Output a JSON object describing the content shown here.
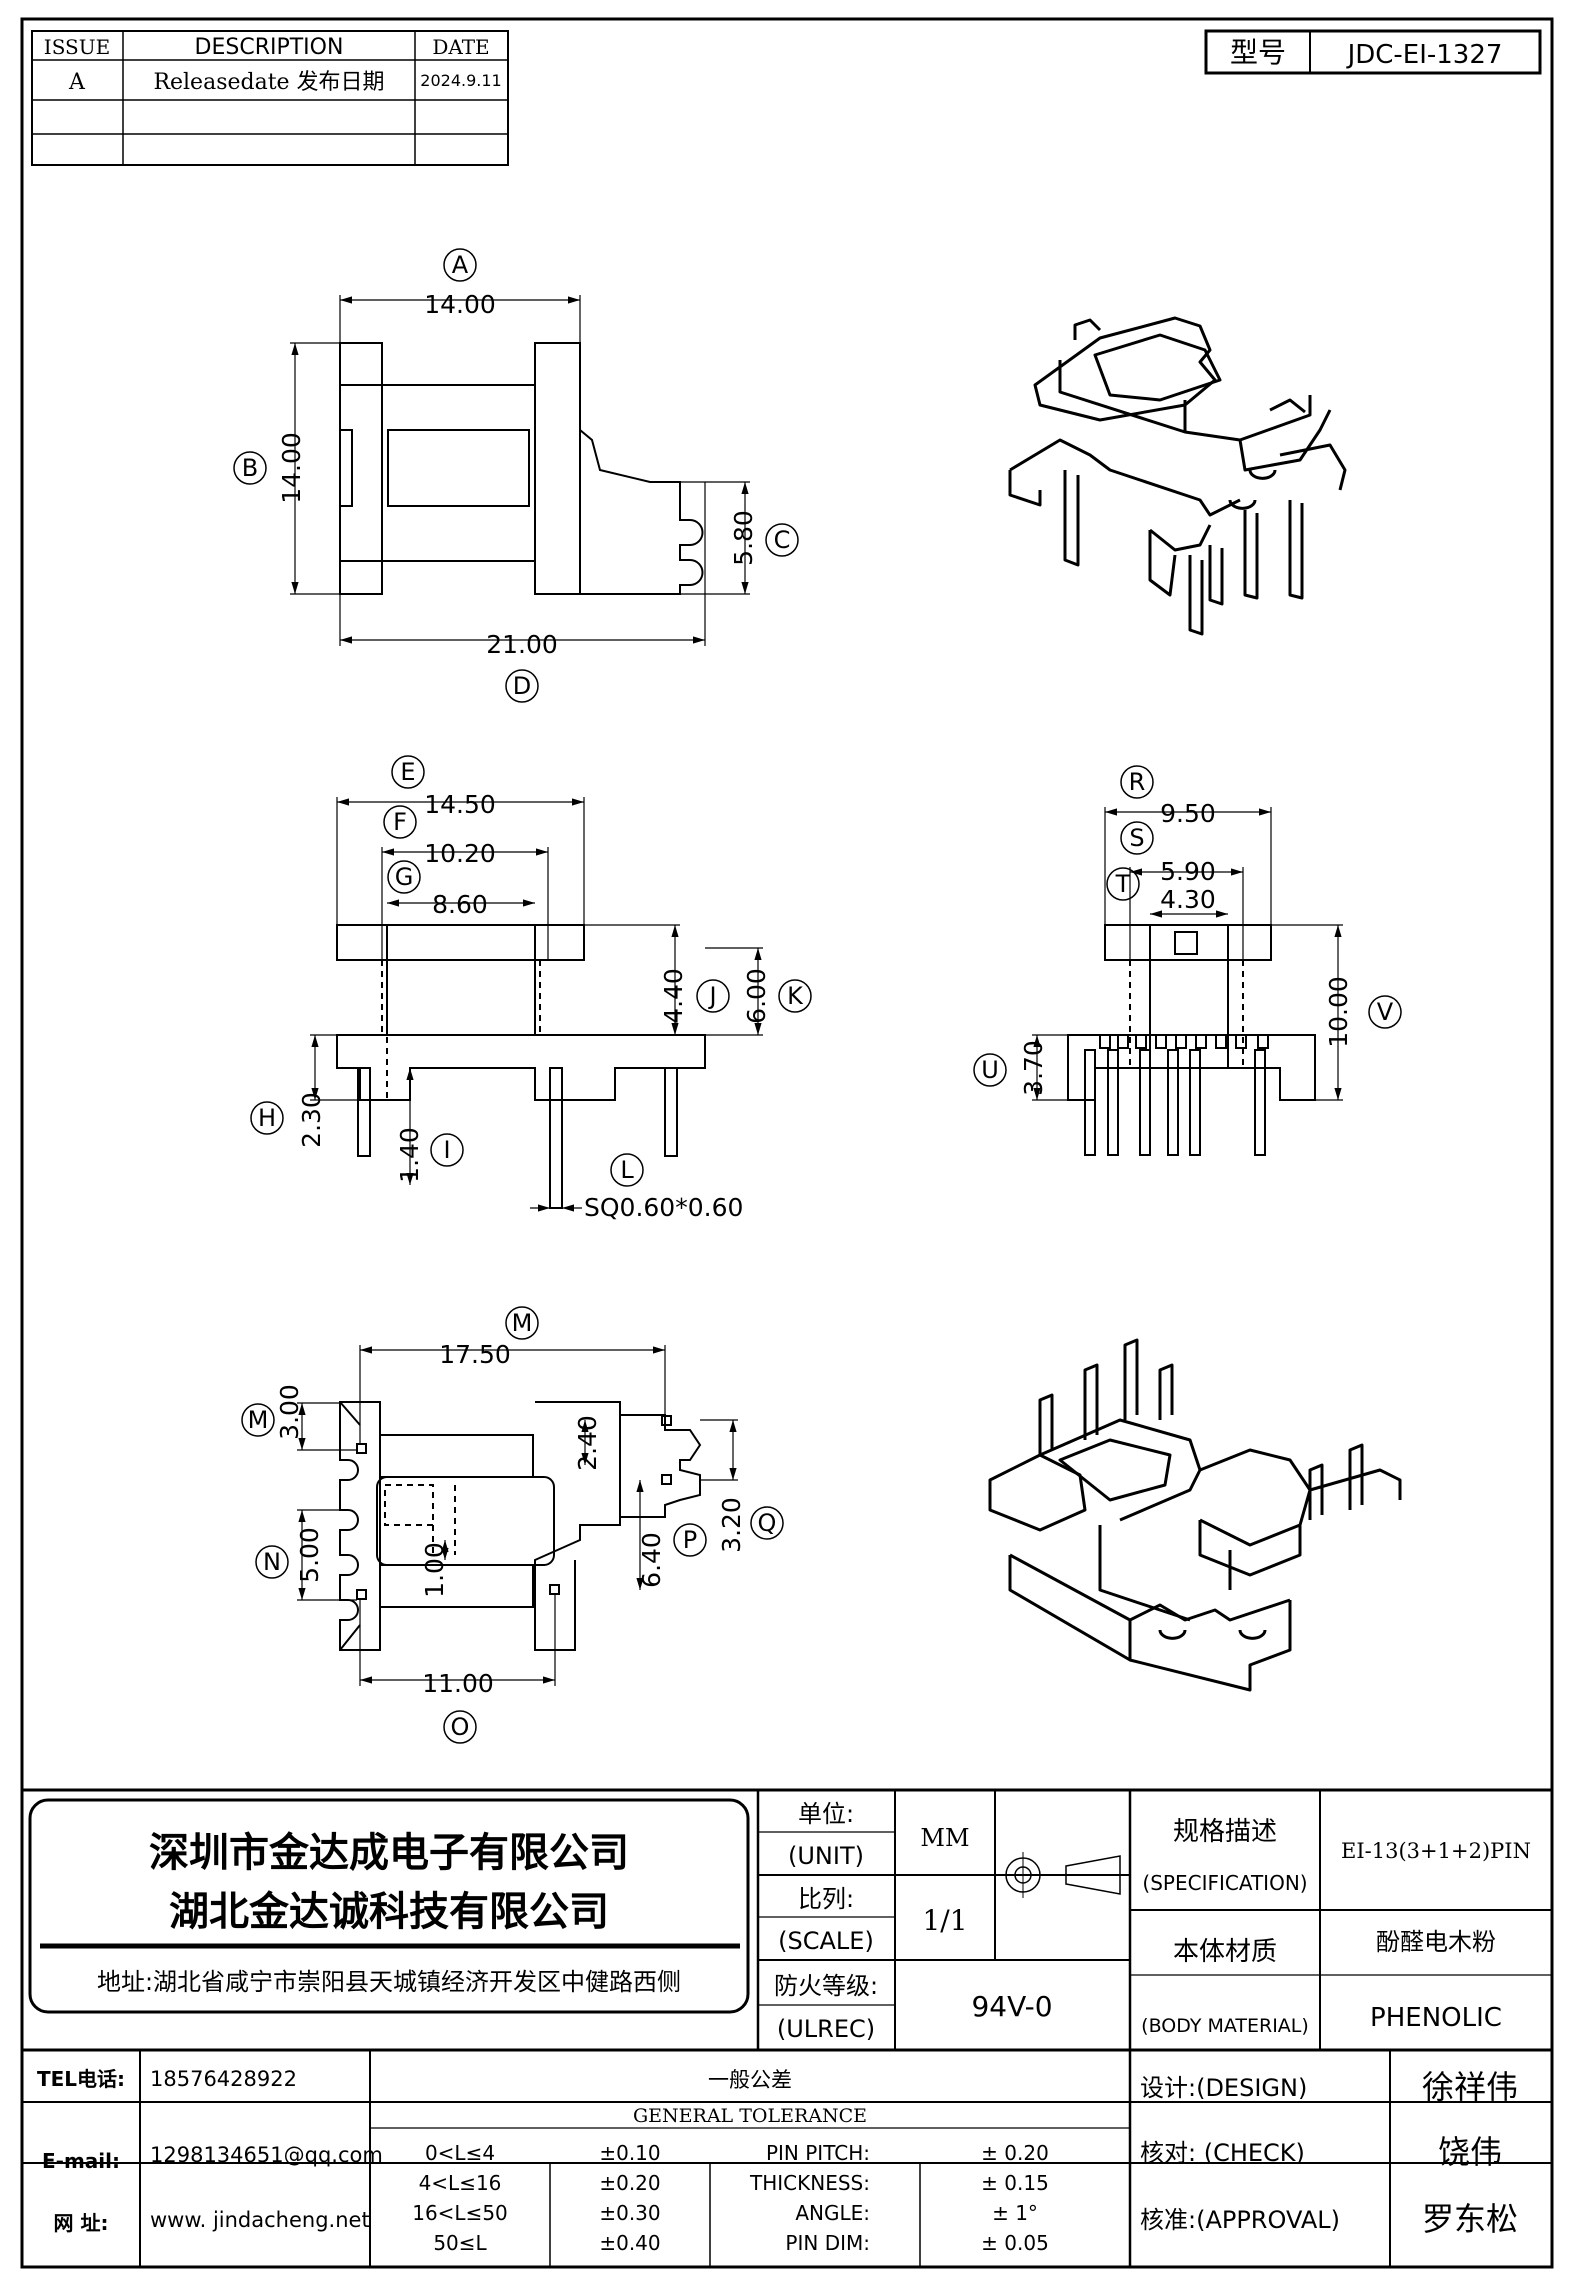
{
  "revision_table": {
    "headers": [
      "ISSUE",
      "DESCRIPTION",
      "DATE"
    ],
    "rows": [
      {
        "issue": "A",
        "description": "Releasedate 发布日期",
        "date": "2024.9.11"
      }
    ]
  },
  "model": {
    "label": "型号",
    "value": "JDC-EI-1327"
  },
  "top_view": {
    "A": {
      "letter": "A",
      "value": "14.00"
    },
    "B": {
      "letter": "B",
      "value": "14.00"
    },
    "C": {
      "letter": "C",
      "value": "5.80"
    },
    "D": {
      "letter": "D",
      "value": "21.00"
    }
  },
  "front_view": {
    "E": {
      "letter": "E",
      "value": "14.50"
    },
    "F": {
      "letter": "F",
      "value": "10.20"
    },
    "G": {
      "letter": "G",
      "value": "8.60"
    },
    "J": {
      "letter": "J",
      "value": "4.40"
    },
    "K": {
      "letter": "K",
      "value": "6.00"
    },
    "H": {
      "letter": "H",
      "value": "2.30"
    },
    "I": {
      "letter": "I",
      "value": "1.40"
    },
    "L": {
      "letter": "L",
      "value": "SQ0.60*0.60"
    }
  },
  "side_view": {
    "R": {
      "letter": "R",
      "value": "9.50"
    },
    "S": {
      "letter": "S",
      "value": "5.90"
    },
    "T": {
      "letter": "T",
      "value": "4.30"
    },
    "V": {
      "letter": "V",
      "value": "10.00"
    },
    "U": {
      "letter": "U",
      "value": "3.70"
    }
  },
  "bottom_view": {
    "M_top": {
      "letter": "M",
      "value": "17.50"
    },
    "M_side": {
      "letter": "M",
      "value": "3.00"
    },
    "N": {
      "letter": "N",
      "value": "5.00"
    },
    "O": {
      "letter": "O",
      "value": "11.00"
    },
    "P": {
      "letter": "P",
      "value": "6.40"
    },
    "Q": {
      "letter": "Q",
      "value": "3.20"
    },
    "slot": "2.40",
    "inner": "1.00"
  },
  "company": {
    "name1": "深圳市金达成电子有限公司",
    "name2": "湖北金达诚科技有限公司",
    "address": "地址:湖北省咸宁市崇阳县天城镇经济开发区中健路西侧"
  },
  "contact": {
    "tel_label": "TEL电话:",
    "tel": "18576428922",
    "email_label": "E-mail:",
    "email": "1298134651@qq.com",
    "web_label": "网  址:",
    "web": "www. jindacheng.net"
  },
  "specs": {
    "unit_cn": "单位:",
    "unit_en": "(UNIT)",
    "unit_value": "MM",
    "scale_cn": "比列:",
    "scale_en": "(SCALE)",
    "scale_value": "1/1",
    "ulrec_cn": "防火等级:",
    "ulrec_en": "(ULREC)",
    "ulrec_value": "94V-0",
    "spec_cn": "规格描述",
    "spec_en": "(SPECIFICATION)",
    "spec_value": "EI-13(3+1+2)PIN",
    "material_cn": "本体材质",
    "material_en": "(BODY MATERIAL)",
    "material_cn_value": "酚醛电木粉",
    "material_en_value": "PHENOLIC"
  },
  "tolerance": {
    "title_cn": "一般公差",
    "title_en": "GENERAL TOLERANCE",
    "ranges": [
      {
        "range": "0<L≤4",
        "tol": "±0.10"
      },
      {
        "range": "4<L≤16",
        "tol": "±0.20"
      },
      {
        "range": "16<L≤50",
        "tol": "±0.30"
      },
      {
        "range": "50≤L",
        "tol": "±0.40"
      }
    ],
    "items": [
      {
        "name": "PIN PITCH:",
        "value": "±  0.20"
      },
      {
        "name": "THICKNESS:",
        "value": "±  0.15"
      },
      {
        "name": "ANGLE:",
        "value": "±  1°"
      },
      {
        "name": "PIN DIM:",
        "value": "±  0.05"
      }
    ]
  },
  "approvals": {
    "design_label": "设计:(DESIGN)",
    "design_name": "徐祥伟",
    "check_label": "核对: (CHECK)",
    "check_name": "饶伟",
    "approval_label": "核准:(APPROVAL)",
    "approval_name": "罗东松"
  }
}
